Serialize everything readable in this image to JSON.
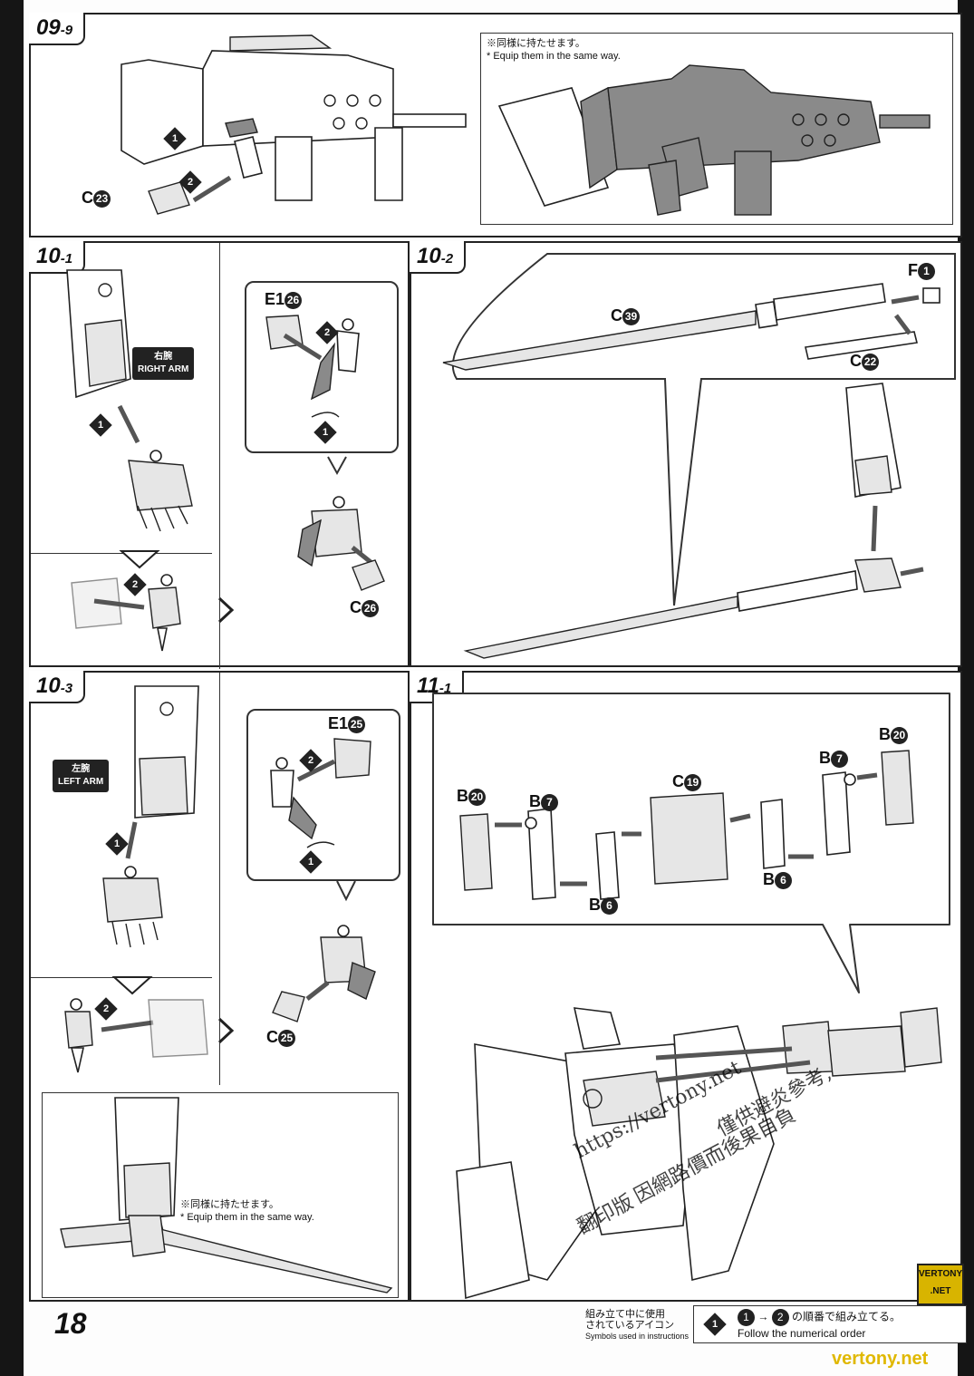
{
  "page_number": "18",
  "steps": {
    "s09_9": {
      "main": "09",
      "sub": "-9",
      "note_jp": "※同様に持たせます。",
      "note_en": "* Equip them in the same way.",
      "part": "C",
      "part_num": "23",
      "steps": [
        "1",
        "2"
      ]
    },
    "s10_1": {
      "main": "10",
      "sub": "-1",
      "arm_jp": "右腕",
      "arm_en": "RIGHT ARM",
      "part_e": "E1",
      "part_e_num": "26",
      "part_c": "C",
      "part_c_num": "26",
      "steps": [
        "1",
        "2"
      ]
    },
    "s10_2": {
      "main": "10",
      "sub": "-2",
      "part_c39": "C",
      "part_c39_num": "39",
      "part_f": "F",
      "part_f_num": "1",
      "part_c22": "C",
      "part_c22_num": "22"
    },
    "s10_3": {
      "main": "10",
      "sub": "-3",
      "arm_jp": "左腕",
      "arm_en": "LEFT ARM",
      "part_e": "E1",
      "part_e_num": "25",
      "part_c": "C",
      "part_c_num": "25",
      "steps": [
        "1",
        "2"
      ],
      "note_jp": "※同様に持たせます。",
      "note_en": "* Equip them in the same way."
    },
    "s11_1": {
      "main": "11",
      "sub": "-1",
      "parts": [
        {
          "letter": "B",
          "num": "20"
        },
        {
          "letter": "B",
          "num": "7"
        },
        {
          "letter": "B",
          "num": "6"
        },
        {
          "letter": "C",
          "num": "19"
        },
        {
          "letter": "B",
          "num": "6"
        },
        {
          "letter": "B",
          "num": "7"
        },
        {
          "letter": "B",
          "num": "20"
        }
      ]
    }
  },
  "legend": {
    "caption_jp_1": "組み立て中に使用",
    "caption_jp_2": "されているアイコン",
    "caption_en": "Symbols used in instructions",
    "icon_num": "1",
    "from": "1",
    "to": "2",
    "text_jp": "の順番で組み立てる。",
    "text_en": "Follow the numerical order"
  },
  "watermark": {
    "line1": "https://vertony.net",
    "line2": "僅供避炎參考,",
    "line3": "因網路價而後果自負",
    "line4": "翻印版"
  },
  "brand": {
    "logo_line1": "VERTONY",
    "logo_line2": ".NET",
    "footer": "vertony.net"
  }
}
